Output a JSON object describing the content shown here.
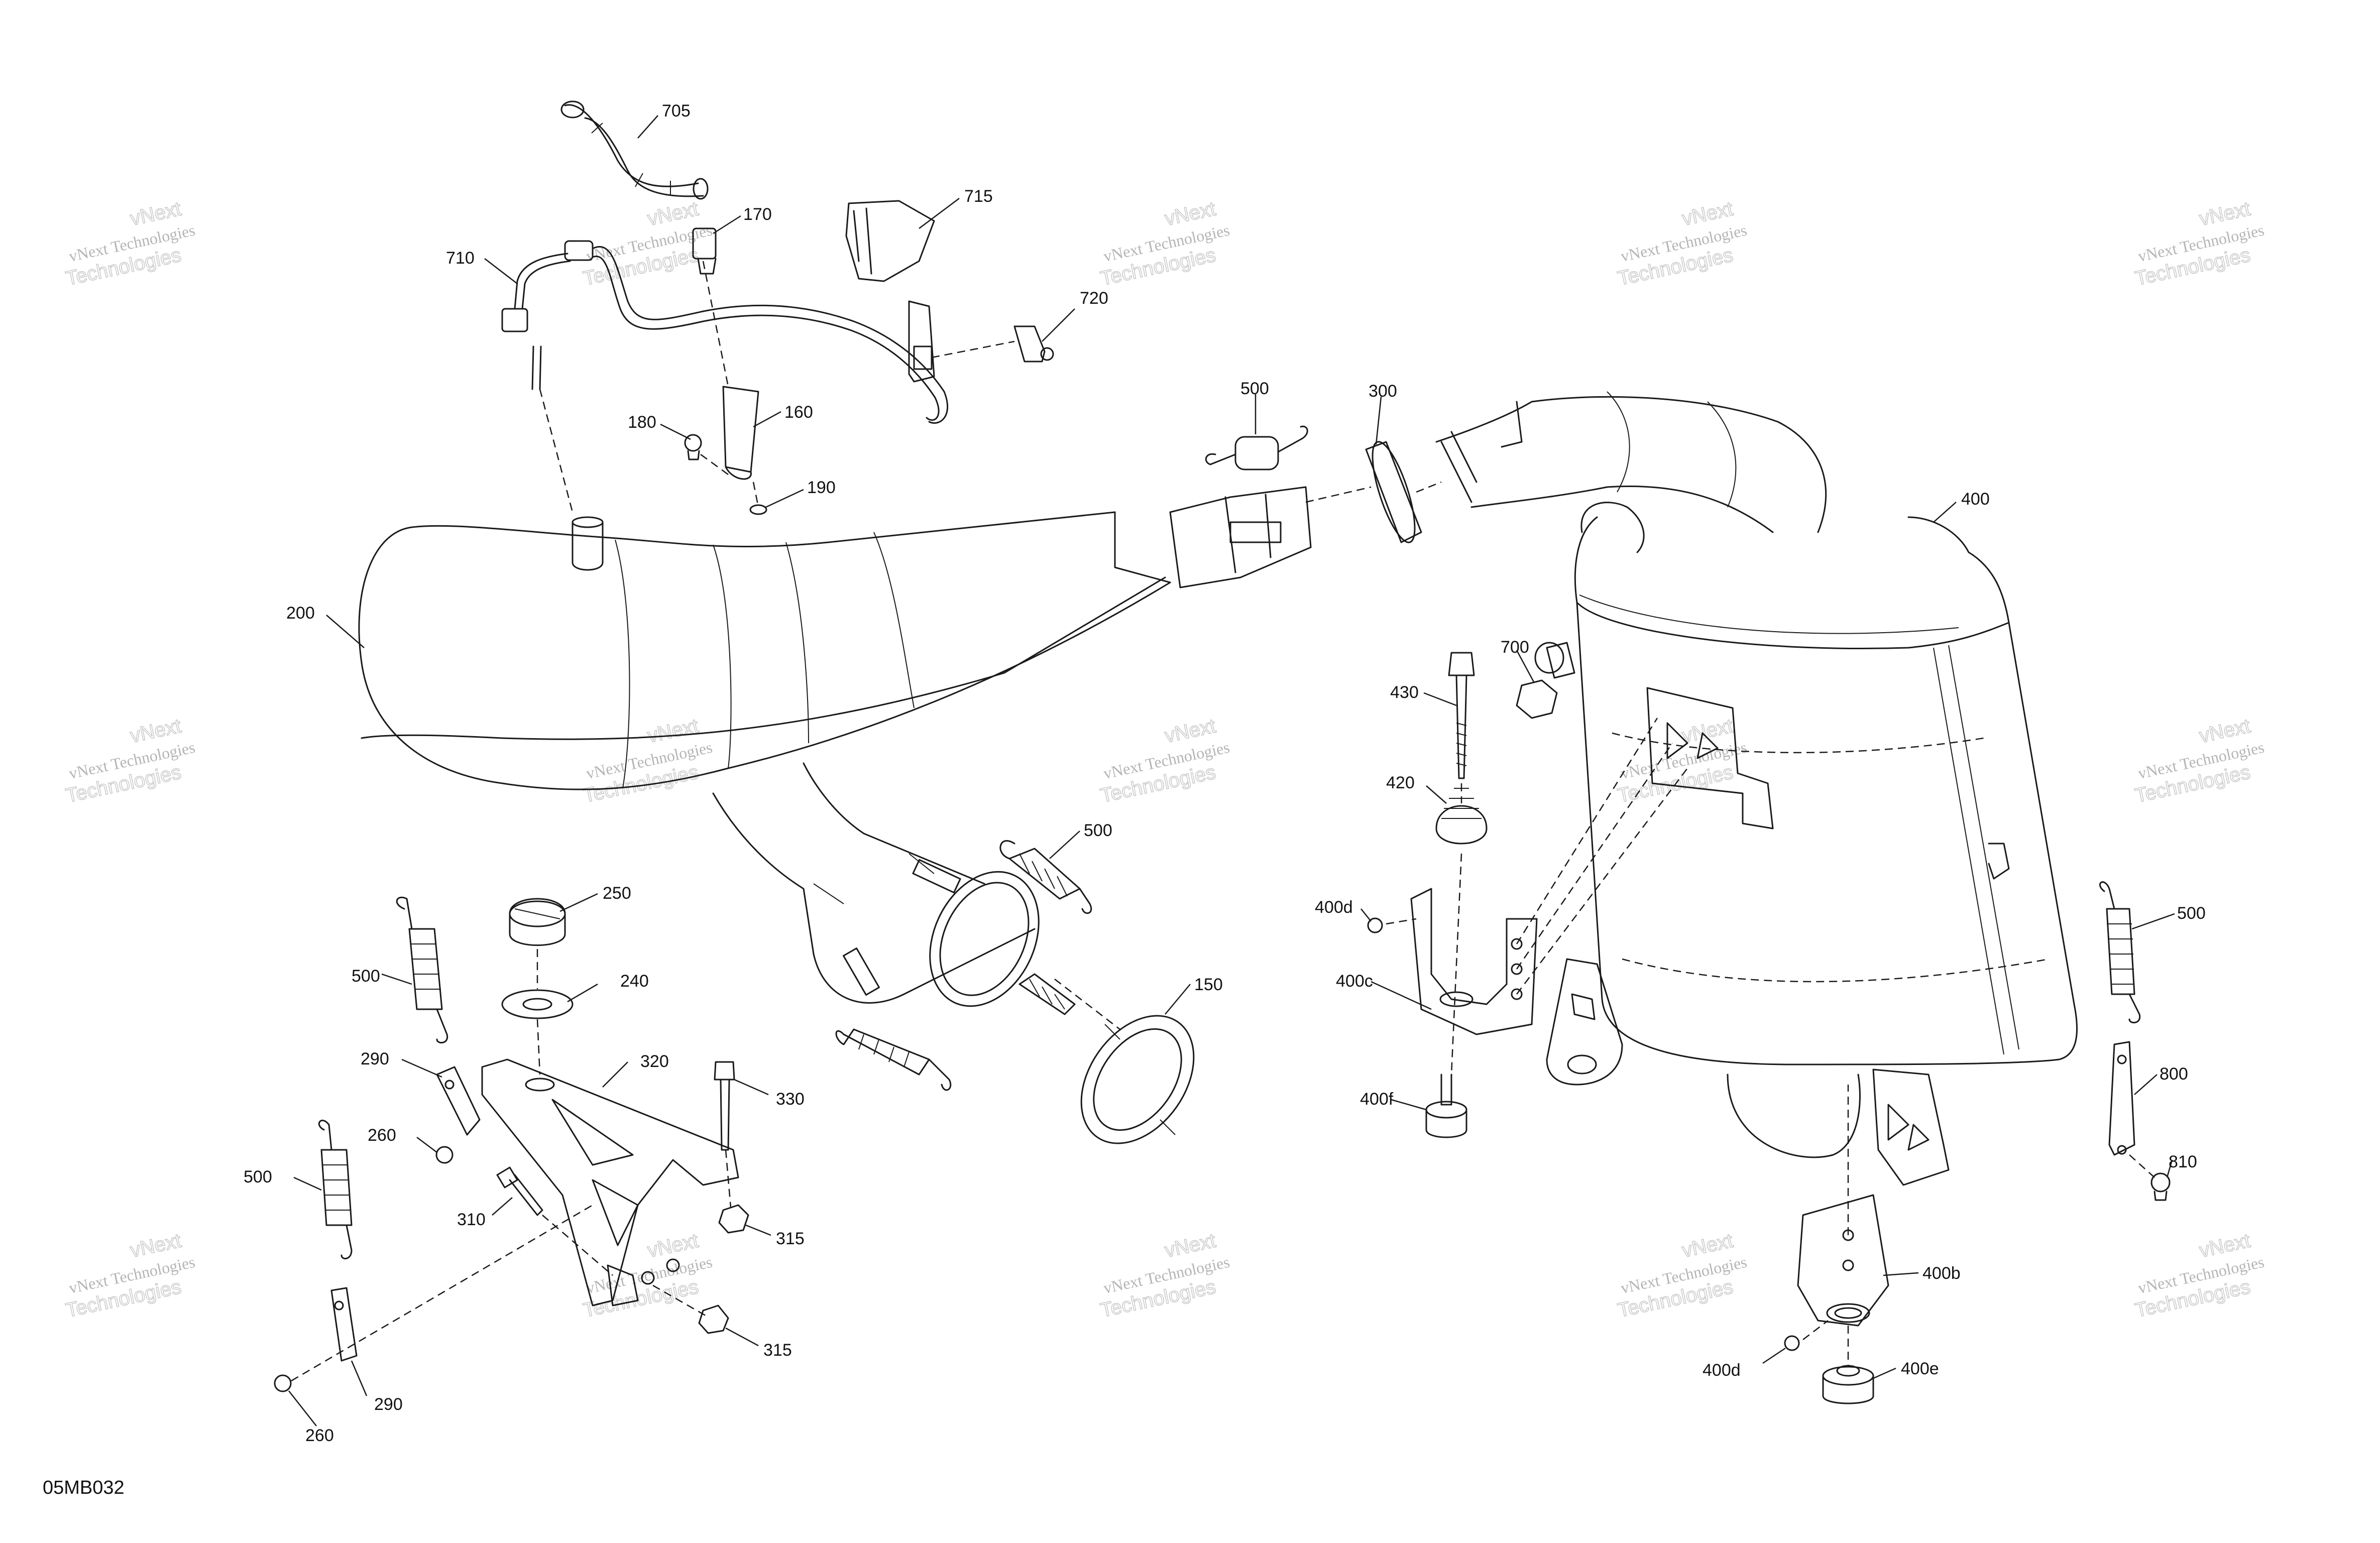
{
  "diagram": {
    "reference_code": "05MB032",
    "watermark": {
      "line1": "vNext Technologies",
      "line2": "vNext",
      "line3": "Technologies"
    },
    "callouts": [
      {
        "id": "705",
        "label": "705"
      },
      {
        "id": "170",
        "label": "170"
      },
      {
        "id": "715",
        "label": "715"
      },
      {
        "id": "710",
        "label": "710"
      },
      {
        "id": "720",
        "label": "720"
      },
      {
        "id": "500a",
        "label": "500"
      },
      {
        "id": "300",
        "label": "300"
      },
      {
        "id": "180",
        "label": "180"
      },
      {
        "id": "160",
        "label": "160"
      },
      {
        "id": "190",
        "label": "190"
      },
      {
        "id": "400",
        "label": "400"
      },
      {
        "id": "200",
        "label": "200"
      },
      {
        "id": "700",
        "label": "700"
      },
      {
        "id": "430",
        "label": "430"
      },
      {
        "id": "420",
        "label": "420"
      },
      {
        "id": "500b",
        "label": "500"
      },
      {
        "id": "250",
        "label": "250"
      },
      {
        "id": "400d1",
        "label": "400d"
      },
      {
        "id": "500c",
        "label": "500"
      },
      {
        "id": "500d",
        "label": "500"
      },
      {
        "id": "240",
        "label": "240"
      },
      {
        "id": "400c",
        "label": "400c"
      },
      {
        "id": "150",
        "label": "150"
      },
      {
        "id": "290a",
        "label": "290"
      },
      {
        "id": "320",
        "label": "320"
      },
      {
        "id": "400f",
        "label": "400f"
      },
      {
        "id": "800",
        "label": "800"
      },
      {
        "id": "260a",
        "label": "260"
      },
      {
        "id": "330",
        "label": "330"
      },
      {
        "id": "500e",
        "label": "500"
      },
      {
        "id": "810",
        "label": "810"
      },
      {
        "id": "310",
        "label": "310"
      },
      {
        "id": "315a",
        "label": "315"
      },
      {
        "id": "400b",
        "label": "400b"
      },
      {
        "id": "315b",
        "label": "315"
      },
      {
        "id": "400d2",
        "label": "400d"
      },
      {
        "id": "400e",
        "label": "400e"
      },
      {
        "id": "290b",
        "label": "290"
      },
      {
        "id": "260b",
        "label": "260"
      }
    ]
  }
}
